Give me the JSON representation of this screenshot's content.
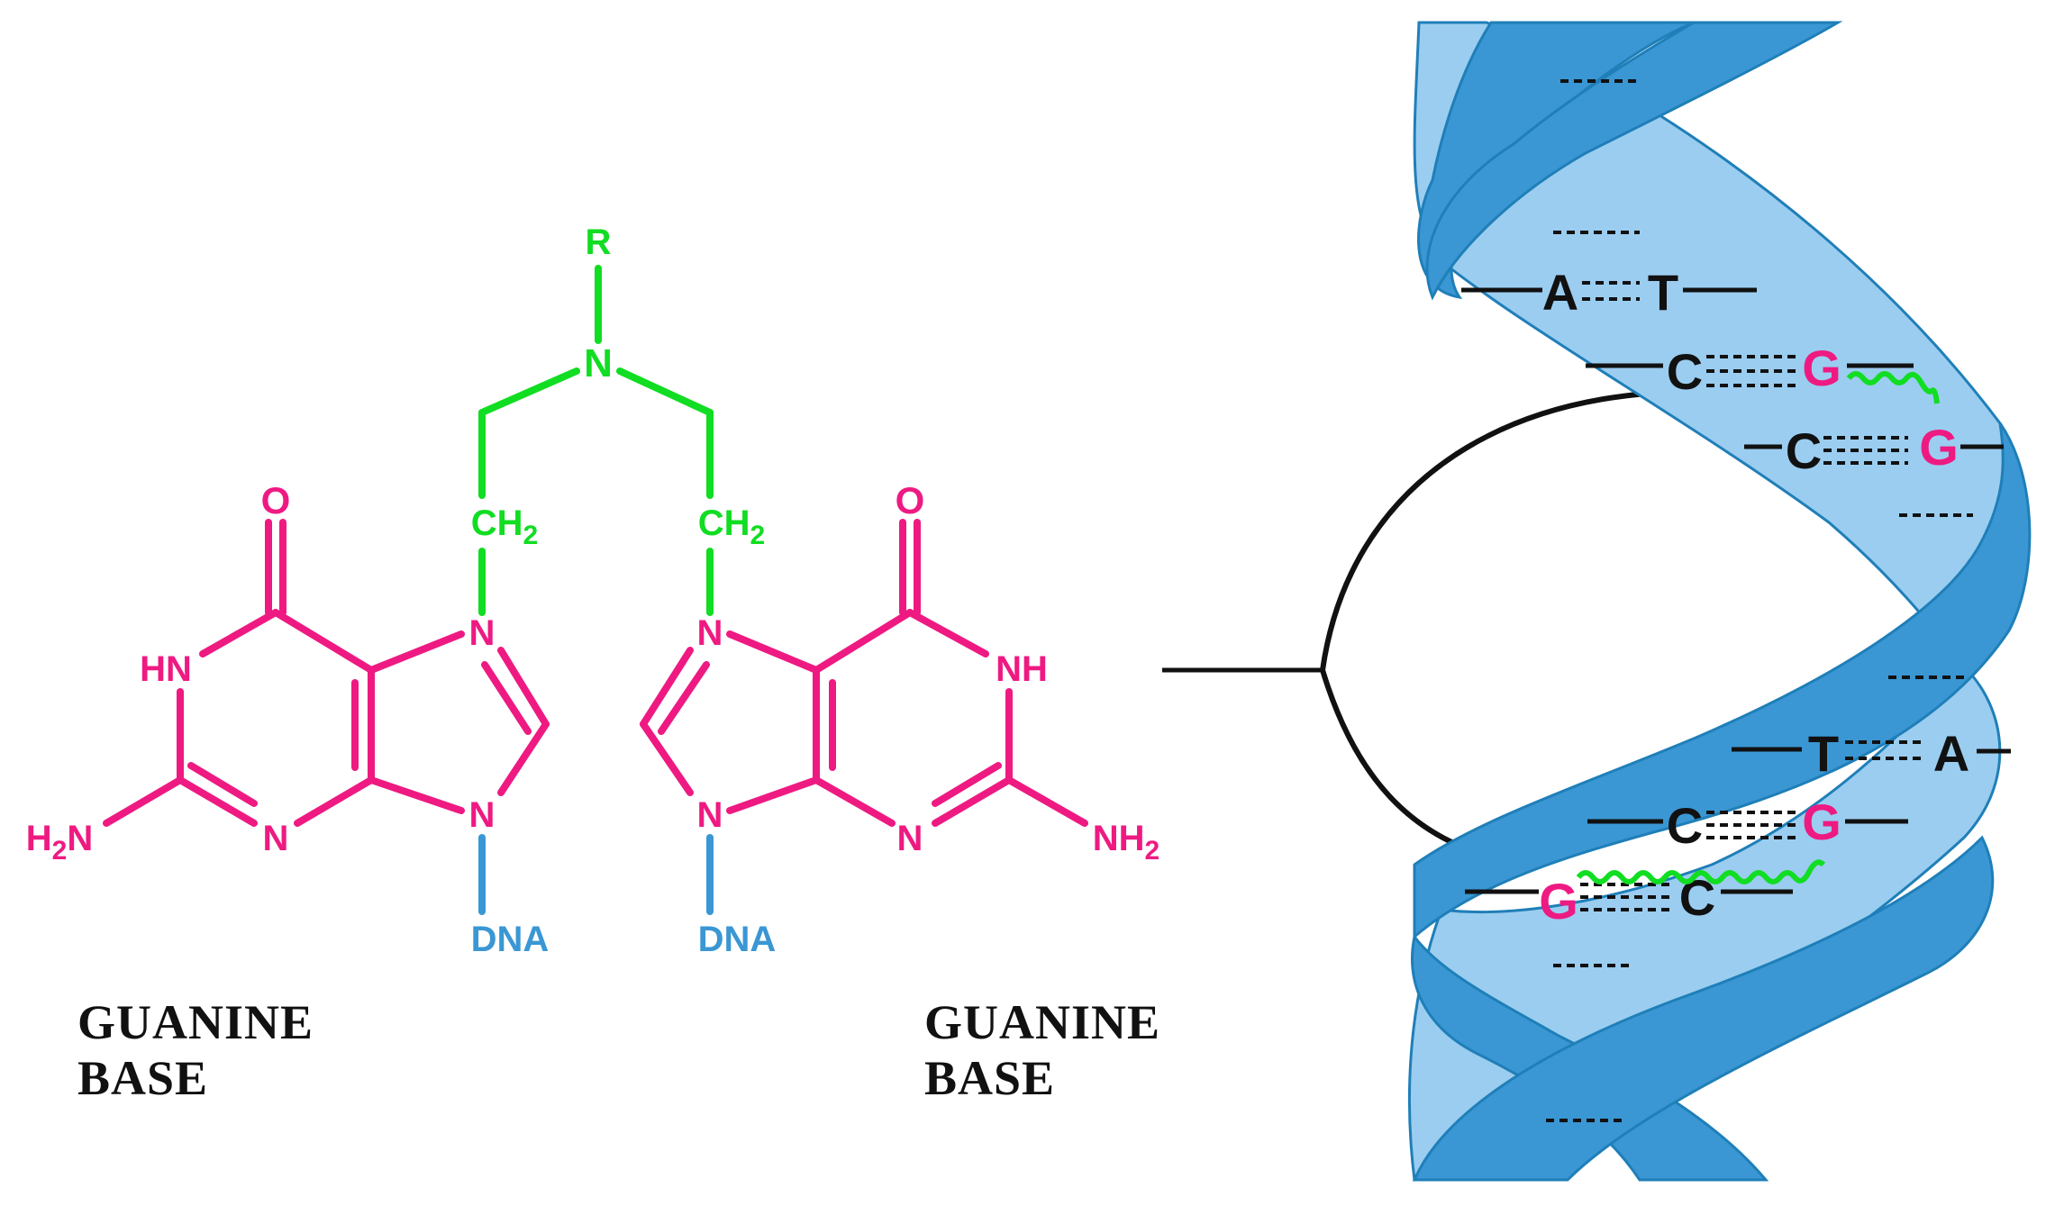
{
  "colors": {
    "linker": "#11dd22",
    "guanine": "#ee1a82",
    "dna": "#3a97d4",
    "helix_dark": "#3a97d4",
    "helix_light": "#9bcdf0",
    "black": "#111111"
  },
  "molecule": {
    "r_label": "R",
    "n_center": "N",
    "ch2_left": "CH",
    "ch2_right": "CH",
    "ch2_sub": "2",
    "left_base": {
      "o": "O",
      "hn": "HN",
      "nh2_h": "H",
      "nh2_sub": "2",
      "nh2_n": "N",
      "n_bottom": "N",
      "n7": "N",
      "n9": "N",
      "dna": "DNA"
    },
    "right_base": {
      "o": "O",
      "nh": "NH",
      "nh2": "NH",
      "nh2_sub": "2",
      "n_bottom": "N",
      "n7": "N",
      "n9": "N",
      "dna": "DNA"
    }
  },
  "captions": {
    "left_line1": "GUANINE",
    "left_line2": "BASE",
    "right_line1": "GUANINE",
    "right_line2": "BASE"
  },
  "helix": {
    "pairs": [
      {
        "left": "A",
        "right": "T",
        "left_color": "black",
        "right_color": "black"
      },
      {
        "left": "C",
        "right": "G",
        "left_color": "black",
        "right_color": "pink"
      },
      {
        "left": "C",
        "right": "G",
        "left_color": "black",
        "right_color": "pink"
      },
      {
        "left": "T",
        "right": "A",
        "left_color": "black",
        "right_color": "black"
      },
      {
        "left": "C",
        "right": "G",
        "left_color": "black",
        "right_color": "pink"
      },
      {
        "left": "G",
        "right": "C",
        "left_color": "pink",
        "right_color": "black"
      }
    ]
  }
}
